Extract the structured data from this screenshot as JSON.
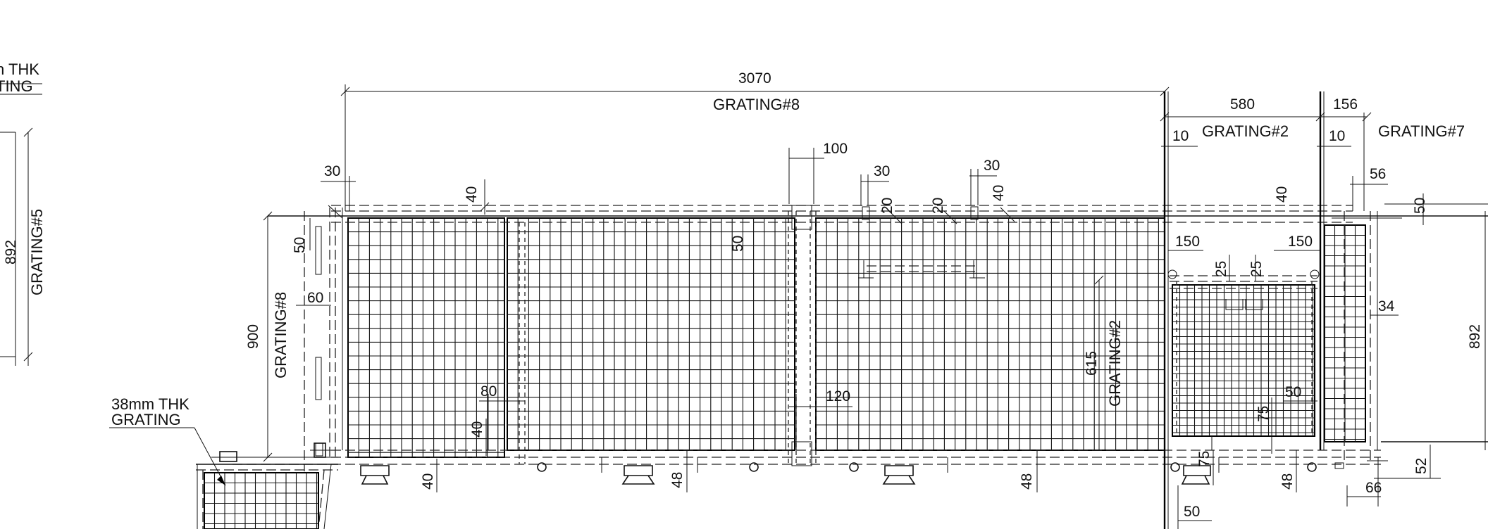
{
  "labels": {
    "left_note_top_1": "n THK",
    "left_note_top_2": "TING",
    "grating5": "GRATING#5",
    "grating8_top": "GRATING#8",
    "grating8_side": "GRATING#8",
    "grating2_top": "GRATING#2",
    "grating2_side": "GRATING#2",
    "grating7_top": "GRATING#7",
    "note_38_1": "38mm THK",
    "note_38_2": "GRATING"
  },
  "dimensions": {
    "d3070": "3070",
    "d580": "580",
    "d156": "156",
    "d10a": "10",
    "d10b": "10",
    "d30a": "30",
    "d40a": "40",
    "d100": "100",
    "d30b": "30",
    "d20a": "20",
    "d20b": "20",
    "d30c": "30",
    "d40b": "40",
    "d40c": "40",
    "d56": "56",
    "d50a": "50",
    "d892l": "892",
    "d50b": "50",
    "d60": "60",
    "d900": "900",
    "d50c": "50",
    "d150a": "150",
    "d25a": "25",
    "d25b": "25",
    "d150b": "150",
    "d34": "34",
    "d892r": "892",
    "d615": "615",
    "d80": "80",
    "d120": "120",
    "d50d": "50",
    "d75a": "75",
    "d40d": "40",
    "d40e": "40",
    "d48a": "48",
    "d48b": "48",
    "d75b": "75",
    "d48c": "48",
    "d52": "52",
    "d66": "66",
    "d50e": "50"
  }
}
